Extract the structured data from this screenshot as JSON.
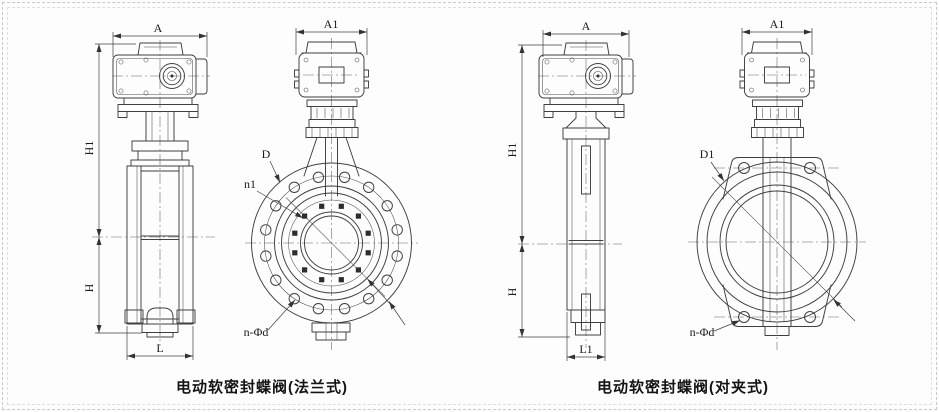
{
  "drawing": {
    "captions": {
      "flanged": "电动软密封蝶阀(法兰式)",
      "wafer": "电动软密封蝶阀(对夹式)"
    },
    "labels": {
      "side_flanged": {
        "width_top": "A",
        "height_upper": "H1",
        "height_lower": "H",
        "length_bottom": "L"
      },
      "front_flanged": {
        "width_top": "A1",
        "flange_diameter": "D",
        "bolt_circle": "n1",
        "bolt_holes": "n-Φd"
      },
      "side_wafer": {
        "width_top": "A",
        "height_upper": "H1",
        "height_lower": "H",
        "length_bottom": "L1"
      },
      "front_wafer": {
        "width_top": "A1",
        "flange_diameter": "D1",
        "bolt_holes": "n-Φd"
      }
    },
    "colors": {
      "line": "#3f3f3f",
      "background": "#fdfdfd",
      "frame_border": "#c6c9cd"
    }
  }
}
